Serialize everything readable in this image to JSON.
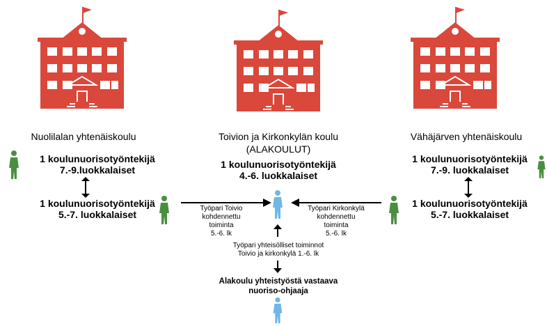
{
  "schools": [
    {
      "name": "Nuolilalan yhtenäiskoulu"
    },
    {
      "name": "Toivion ja Kirkonkylän koulu",
      "sub": "(ALAKOULUT)"
    },
    {
      "name": "Vähäjärven yhtenäiskoulu"
    }
  ],
  "left": {
    "worker1_line1": "1 koulunuorisotyöntekijä",
    "worker1_line2": "7.-9.luokkalaiset",
    "worker2_line1": "1 koulunuorisotyöntekijä",
    "worker2_line2": "5.-7. luokkalaiset"
  },
  "center": {
    "worker_line1": "1 koulunuorisotyöntekijä",
    "worker_line2": "4.-6. luokkalaiset",
    "pair_toivio": [
      "Työpari Toivio",
      "kohdennettu",
      "toiminta",
      "5.-6. lk"
    ],
    "pair_kirkonkyla": [
      "Työpari Kirkonkylä",
      "kohdennettu",
      "toiminta",
      "5.-6. lk"
    ],
    "joint_line1": "Työpari yhteisölliset toiminnot",
    "joint_line2": "Toivio ja kirkonkylä 1.-6. lk",
    "coordinator_line1": "Alakoulu yhteistyöstä vastaava",
    "coordinator_line2": "nuoriso-ohjaaja"
  },
  "right": {
    "worker1_line1": "1 koulunuorisotyöntekijä",
    "worker1_line2": "7.-9. luokkalaiset",
    "worker2_line1": "1 koulunuorisotyöntekijä",
    "worker2_line2": "5.-7. luokkalaiset"
  },
  "colors": {
    "building": "#d9483b",
    "window": "#ffffff",
    "green_person": "#4a8f3f",
    "blue_person": "#6fb7e6"
  },
  "icons": [
    "school-building-icon",
    "person-icon",
    "arrow-icon"
  ]
}
